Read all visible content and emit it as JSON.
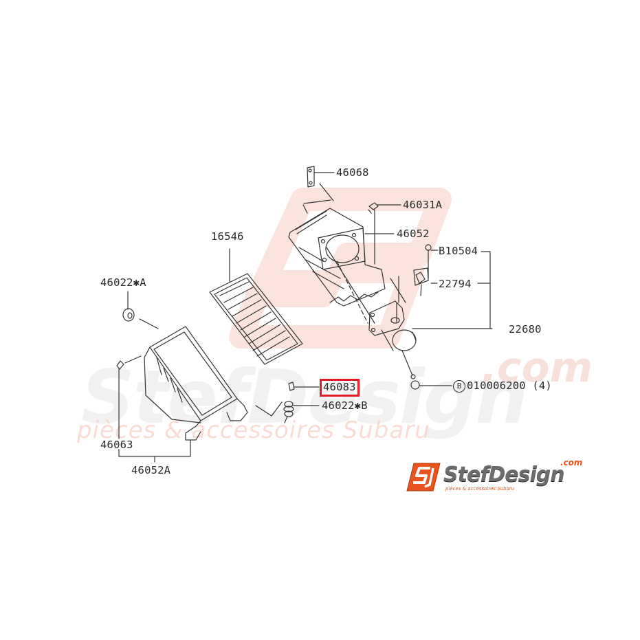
{
  "diagram": {
    "title": "Air cleaner assembly parts diagram",
    "highlight_color": "#e01b24",
    "parts": [
      {
        "id": "p46068",
        "label": "46068"
      },
      {
        "id": "p46031A",
        "label": "46031A"
      },
      {
        "id": "p46052",
        "label": "46052"
      },
      {
        "id": "p16546",
        "label": "16546"
      },
      {
        "id": "pB10504",
        "label": "B10504"
      },
      {
        "id": "p22794",
        "label": "22794"
      },
      {
        "id": "p22680",
        "label": "22680"
      },
      {
        "id": "p46022A",
        "label": "46022✱A"
      },
      {
        "id": "p46083",
        "label": "46083",
        "highlighted": true
      },
      {
        "id": "p46022B",
        "label": "46022✱B"
      },
      {
        "id": "pB010006200",
        "label": "010006200 (4)",
        "prefix_badge": "B"
      },
      {
        "id": "p46063",
        "label": "46063"
      },
      {
        "id": "p46052A",
        "label": "46052A"
      }
    ]
  },
  "watermark": {
    "brand": "StefDesign",
    "domain": ".com",
    "tagline": "pièces & accessoires Subaru",
    "colors": {
      "accent": "#e8541d",
      "pale_orange": "#f7d8cf",
      "pale_gray": "#eeeeee"
    }
  },
  "logo": {
    "mark": "SD",
    "brand": "StefDesign",
    "domain": ".com",
    "tagline": "pièces & accessoires Subaru",
    "accent_color": "#e8541d",
    "text_color": "#6c6c6c"
  }
}
